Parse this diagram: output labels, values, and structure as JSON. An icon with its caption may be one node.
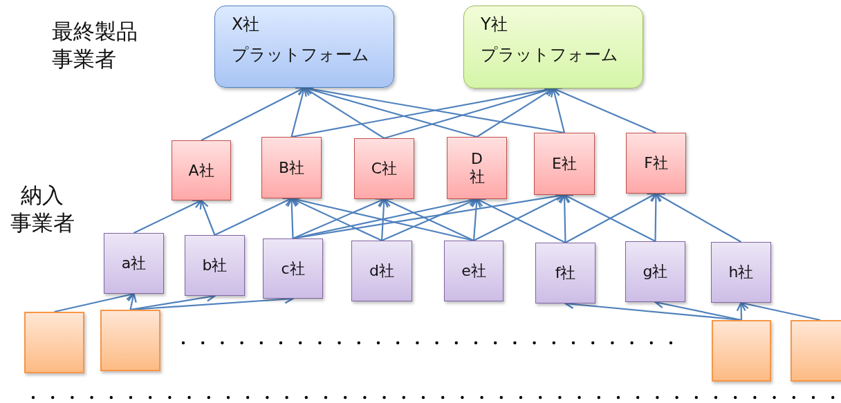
{
  "diagram": {
    "nodes": [
      {
        "text": [
          "X社",
          "プラットフォーム"
        ]
      },
      {
        "text": [
          "Y社",
          "プラットフォーム"
        ]
      },
      {
        "text": [
          "A社"
        ]
      },
      {
        "text": [
          "B社"
        ]
      },
      {
        "text": [
          "C社"
        ]
      },
      {
        "text": [
          "D社"
        ]
      },
      {
        "text": [
          "E社"
        ]
      },
      {
        "text": [
          "F社"
        ]
      },
      {
        "text": [
          "a社"
        ]
      },
      {
        "text": [
          "b社"
        ]
      },
      {
        "text": [
          "c社"
        ]
      },
      {
        "text": [
          "d社"
        ]
      },
      {
        "text": [
          "e社"
        ]
      },
      {
        "text": [
          "f社"
        ]
      },
      {
        "text": [
          "g社"
        ]
      },
      {
        "text": [
          "h社"
        ]
      },
      {
        "text": [],
        "shape": "box"
      },
      {
        "text": [],
        "shape": "box"
      },
      {
        "text": [],
        "shape": "box"
      },
      {
        "text": [],
        "shape": "box"
      }
    ],
    "edges": [
      {
        "from": 2,
        "to": 0,
        "arrow": "to"
      },
      {
        "from": 3,
        "to": 0,
        "arrow": "to"
      },
      {
        "from": 3,
        "to": 1,
        "arrow": "to"
      },
      {
        "from": 4,
        "to": 0,
        "arrow": "to"
      },
      {
        "from": 4,
        "to": 1,
        "arrow": "to"
      },
      {
        "from": 5,
        "to": 0,
        "arrow": "to"
      },
      {
        "from": 5,
        "to": 1,
        "arrow": "to"
      },
      {
        "from": 6,
        "to": 0,
        "arrow": "to"
      },
      {
        "from": 6,
        "to": 1,
        "arrow": "to"
      },
      {
        "from": 7,
        "to": 1,
        "arrow": "to"
      },
      {
        "from": 8,
        "to": 2,
        "arrow": "to"
      },
      {
        "from": 9,
        "to": 2,
        "arrow": "to"
      },
      {
        "from": 9,
        "to": 3,
        "arrow": "to"
      },
      {
        "from": 10,
        "to": 3,
        "arrow": "to"
      },
      {
        "from": 11,
        "to": 3,
        "arrow": "to"
      },
      {
        "from": 12,
        "to": 3,
        "arrow": "to"
      },
      {
        "from": 10,
        "to": 4,
        "arrow": "to"
      },
      {
        "from": 11,
        "to": 4,
        "arrow": "to"
      },
      {
        "from": 12,
        "to": 4,
        "arrow": "to"
      },
      {
        "from": 10,
        "to": 5,
        "arrow": "to"
      },
      {
        "from": 11,
        "to": 5,
        "arrow": "to"
      },
      {
        "from": 12,
        "to": 5,
        "arrow": "to"
      },
      {
        "from": 13,
        "to": 5,
        "arrow": "to"
      },
      {
        "from": 10,
        "to": 6,
        "arrow": "to"
      },
      {
        "from": 12,
        "to": 6,
        "arrow": "to"
      },
      {
        "from": 13,
        "to": 6,
        "arrow": "to"
      },
      {
        "from": 14,
        "to": 6,
        "arrow": "to"
      },
      {
        "from": 13,
        "to": 7,
        "arrow": "to"
      },
      {
        "from": 14,
        "to": 7,
        "arrow": "to"
      },
      {
        "from": 15,
        "to": 7,
        "arrow": "to"
      },
      {
        "from": 16,
        "to": 8,
        "arrow": "to"
      },
      {
        "from": 17,
        "to": 8,
        "arrow": "to"
      },
      {
        "from": 17,
        "to": 9,
        "arrow": "to"
      },
      {
        "from": 17,
        "to": 10,
        "arrow": "to"
      },
      {
        "from": 18,
        "to": 13,
        "arrow": "to"
      },
      {
        "from": 18,
        "to": 14,
        "arrow": "to"
      },
      {
        "from": 18,
        "to": 15,
        "arrow": "to"
      },
      {
        "from": 19,
        "to": 15,
        "arrow": "to"
      }
    ],
    "labels": [
      "最終製品事業者",
      "納入事業者"
    ]
  }
}
